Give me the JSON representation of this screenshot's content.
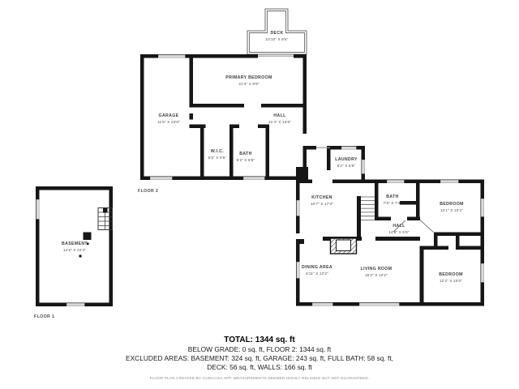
{
  "floor2": {
    "label": "FLOOR 2",
    "rooms": {
      "deck": {
        "name": "DECK",
        "dims": "10'10\" X 8'6\""
      },
      "primary_bedroom": {
        "name": "PRIMARY BEDROOM",
        "dims": "21'4\" X 9'9\""
      },
      "garage": {
        "name": "GARAGE",
        "dims": "11'5\" X 23'9\""
      },
      "hall_upper": {
        "name": "HALL",
        "dims": "21'4\" X 13'8\""
      },
      "wic": {
        "name": "W.I.C.",
        "dims": "5'5\" X 9'5\""
      },
      "bath_upper": {
        "name": "BATH",
        "dims": "6'2\" X 9'5\""
      },
      "laundry": {
        "name": "LAUNDRY",
        "dims": "6'2\" X 5'9\""
      },
      "kitchen": {
        "name": "KITCHEN",
        "dims": "10'7\" X 17'3\""
      },
      "bath_main": {
        "name": "BATH",
        "dims": "7'5\" X 7'4\""
      },
      "bedroom_ne": {
        "name": "BEDROOM",
        "dims": "12'1\" X 10'4\""
      },
      "hall_main": {
        "name": "HALL",
        "dims": "14'8\" X 5'8\""
      },
      "dining": {
        "name": "DINING AREA",
        "dims": "6'11\" X 12'2\""
      },
      "living": {
        "name": "LIVING ROOM",
        "dims": "16'2\" X 12'2\""
      },
      "bedroom_se": {
        "name": "BEDROOM",
        "dims": "12'2\" X 10'0\""
      }
    }
  },
  "floor1": {
    "label": "FLOOR 1",
    "rooms": {
      "basement": {
        "name": "BASEMENT",
        "dims": "14'5\" X 22'4\""
      }
    }
  },
  "summary": {
    "total": "TOTAL: 1344 sq. ft",
    "below_grade_line": "BELOW GRADE: 0 sq. ft, FLOOR 2: 1344 sq. ft",
    "excluded_line1": "EXCLUDED AREAS: BASEMENT: 324 sq. ft, GARAGE: 243 sq. ft, FULL BATH: 58 sq. ft,",
    "excluded_line2": "DECK: 56 sq. ft, WALLS: 166 sq. ft",
    "disclaimer": "FLOOR PLAN CREATED BY CUBICASA APP. MEASUREMENTS DEEMED HIGHLY RELIABLE BUT NOT GUARANTEED."
  },
  "colors": {
    "wall": "#161616",
    "window_fill": "#d8d8d8"
  }
}
